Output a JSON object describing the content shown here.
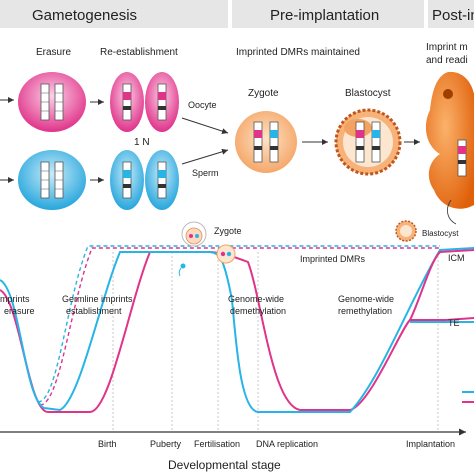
{
  "header": {
    "stage1": "Gametogenesis",
    "stage2": "Pre-implantation",
    "stage3": "Post-im"
  },
  "top": {
    "erasure": "Erasure",
    "reestablishment": "Re-establishment",
    "maintained": "Imprinted DMRs maintained",
    "post_line1": "Imprint m",
    "post_line2": "and readi",
    "one_n": "1 N",
    "oocyte": "Oocyte",
    "sperm": "Sperm",
    "zygote": "Zygote",
    "blastocyst": "Blastocyst"
  },
  "bottom": {
    "zygote": "Zygote",
    "blastocyst": "Blastocyst",
    "imprinted_dmrs": "Imprinted DMRs",
    "icm": "ICM",
    "te": "TE",
    "imprints": "mprints",
    "erasure": "erasure",
    "germline1": "Germline imprints",
    "germline2": "establishment",
    "gw_demeth1": "Genome-wide",
    "gw_demeth2": "demethylation",
    "gw_remeth1": "Genome-wide",
    "gw_remeth2": "remethylation"
  },
  "axis": {
    "label": "Developmental stage",
    "ticks": [
      "Birth",
      "Puberty",
      "Fertilisation",
      "DNA replication",
      "Implantation"
    ]
  },
  "colors": {
    "female": "#e0338a",
    "male": "#27b4e6",
    "header_bg": "#e6e6e6",
    "embryo": "#f07a1c"
  }
}
